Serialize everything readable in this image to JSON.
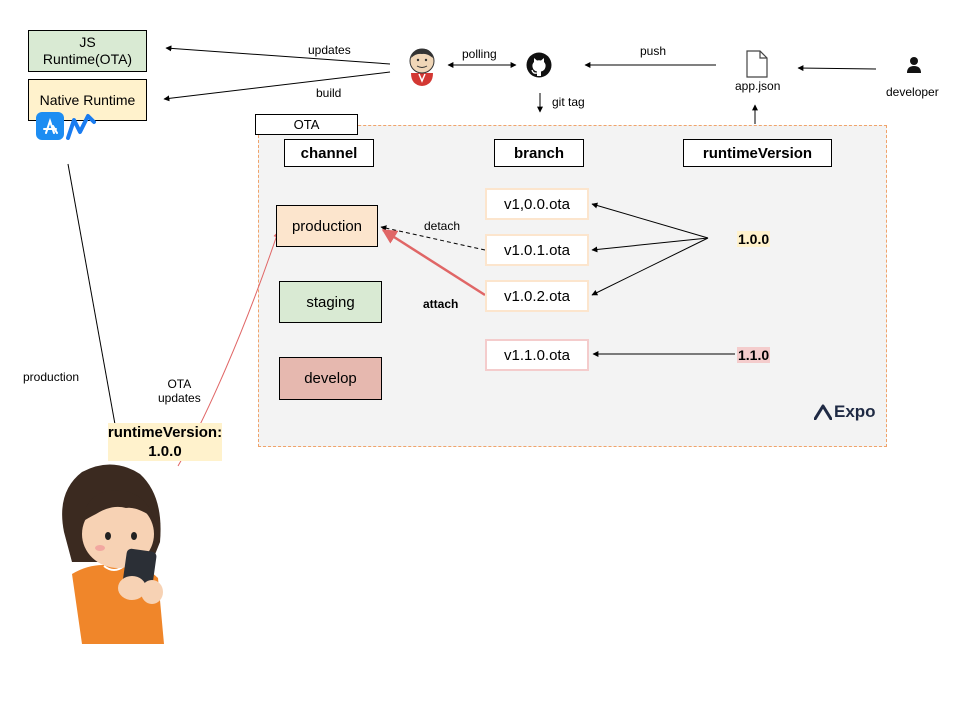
{
  "left_panel": {
    "js_runtime": "JS\nRuntime(OTA)",
    "native_runtime": "Native Runtime"
  },
  "edge_labels": {
    "updates": "updates",
    "build": "build",
    "polling": "polling",
    "push": "push",
    "git_tag": "git tag",
    "detach": "detach",
    "attach": "attach",
    "production": "production",
    "ota_updates": "OTA\nupdates"
  },
  "right_top": {
    "app_json": "app.json",
    "developer": "developer"
  },
  "ota_section": {
    "title": "OTA",
    "headers": {
      "channel": "channel",
      "branch": "branch",
      "runtime_version": "runtimeVersion"
    },
    "channels": [
      {
        "name": "production",
        "color": "#fce5cd"
      },
      {
        "name": "staging",
        "color": "#d9ead3"
      },
      {
        "name": "develop",
        "color": "#e6b8af"
      }
    ],
    "branches": [
      "v1,0.0.ota",
      "v1.0.1.ota",
      "v1.0.2.ota",
      "v1.1.0.ota"
    ],
    "runtime_versions": [
      {
        "value": "1.0.0",
        "color": "#fff2cc"
      },
      {
        "value": "1.1.0",
        "color": "#f4cccc"
      }
    ],
    "brand": "Expo"
  },
  "device": {
    "runtime_label": "runtimeVersion:\n1.0.0",
    "highlight_color": "#fff2cc"
  },
  "colors": {
    "ota_border": "#f0a36a",
    "branch_border_peach": "#fce5cd",
    "branch_border_pink": "#f4cccc",
    "attach_arrow": "#e06666",
    "ota_updates_arrow": "#e06666",
    "jenkins_red": "#d33833",
    "expo_navy": "#1f2a44"
  },
  "icons": [
    "jenkins-icon",
    "github-icon",
    "file-icon",
    "person-icon",
    "app-store-icon",
    "testflight-icon",
    "user-illustration"
  ]
}
